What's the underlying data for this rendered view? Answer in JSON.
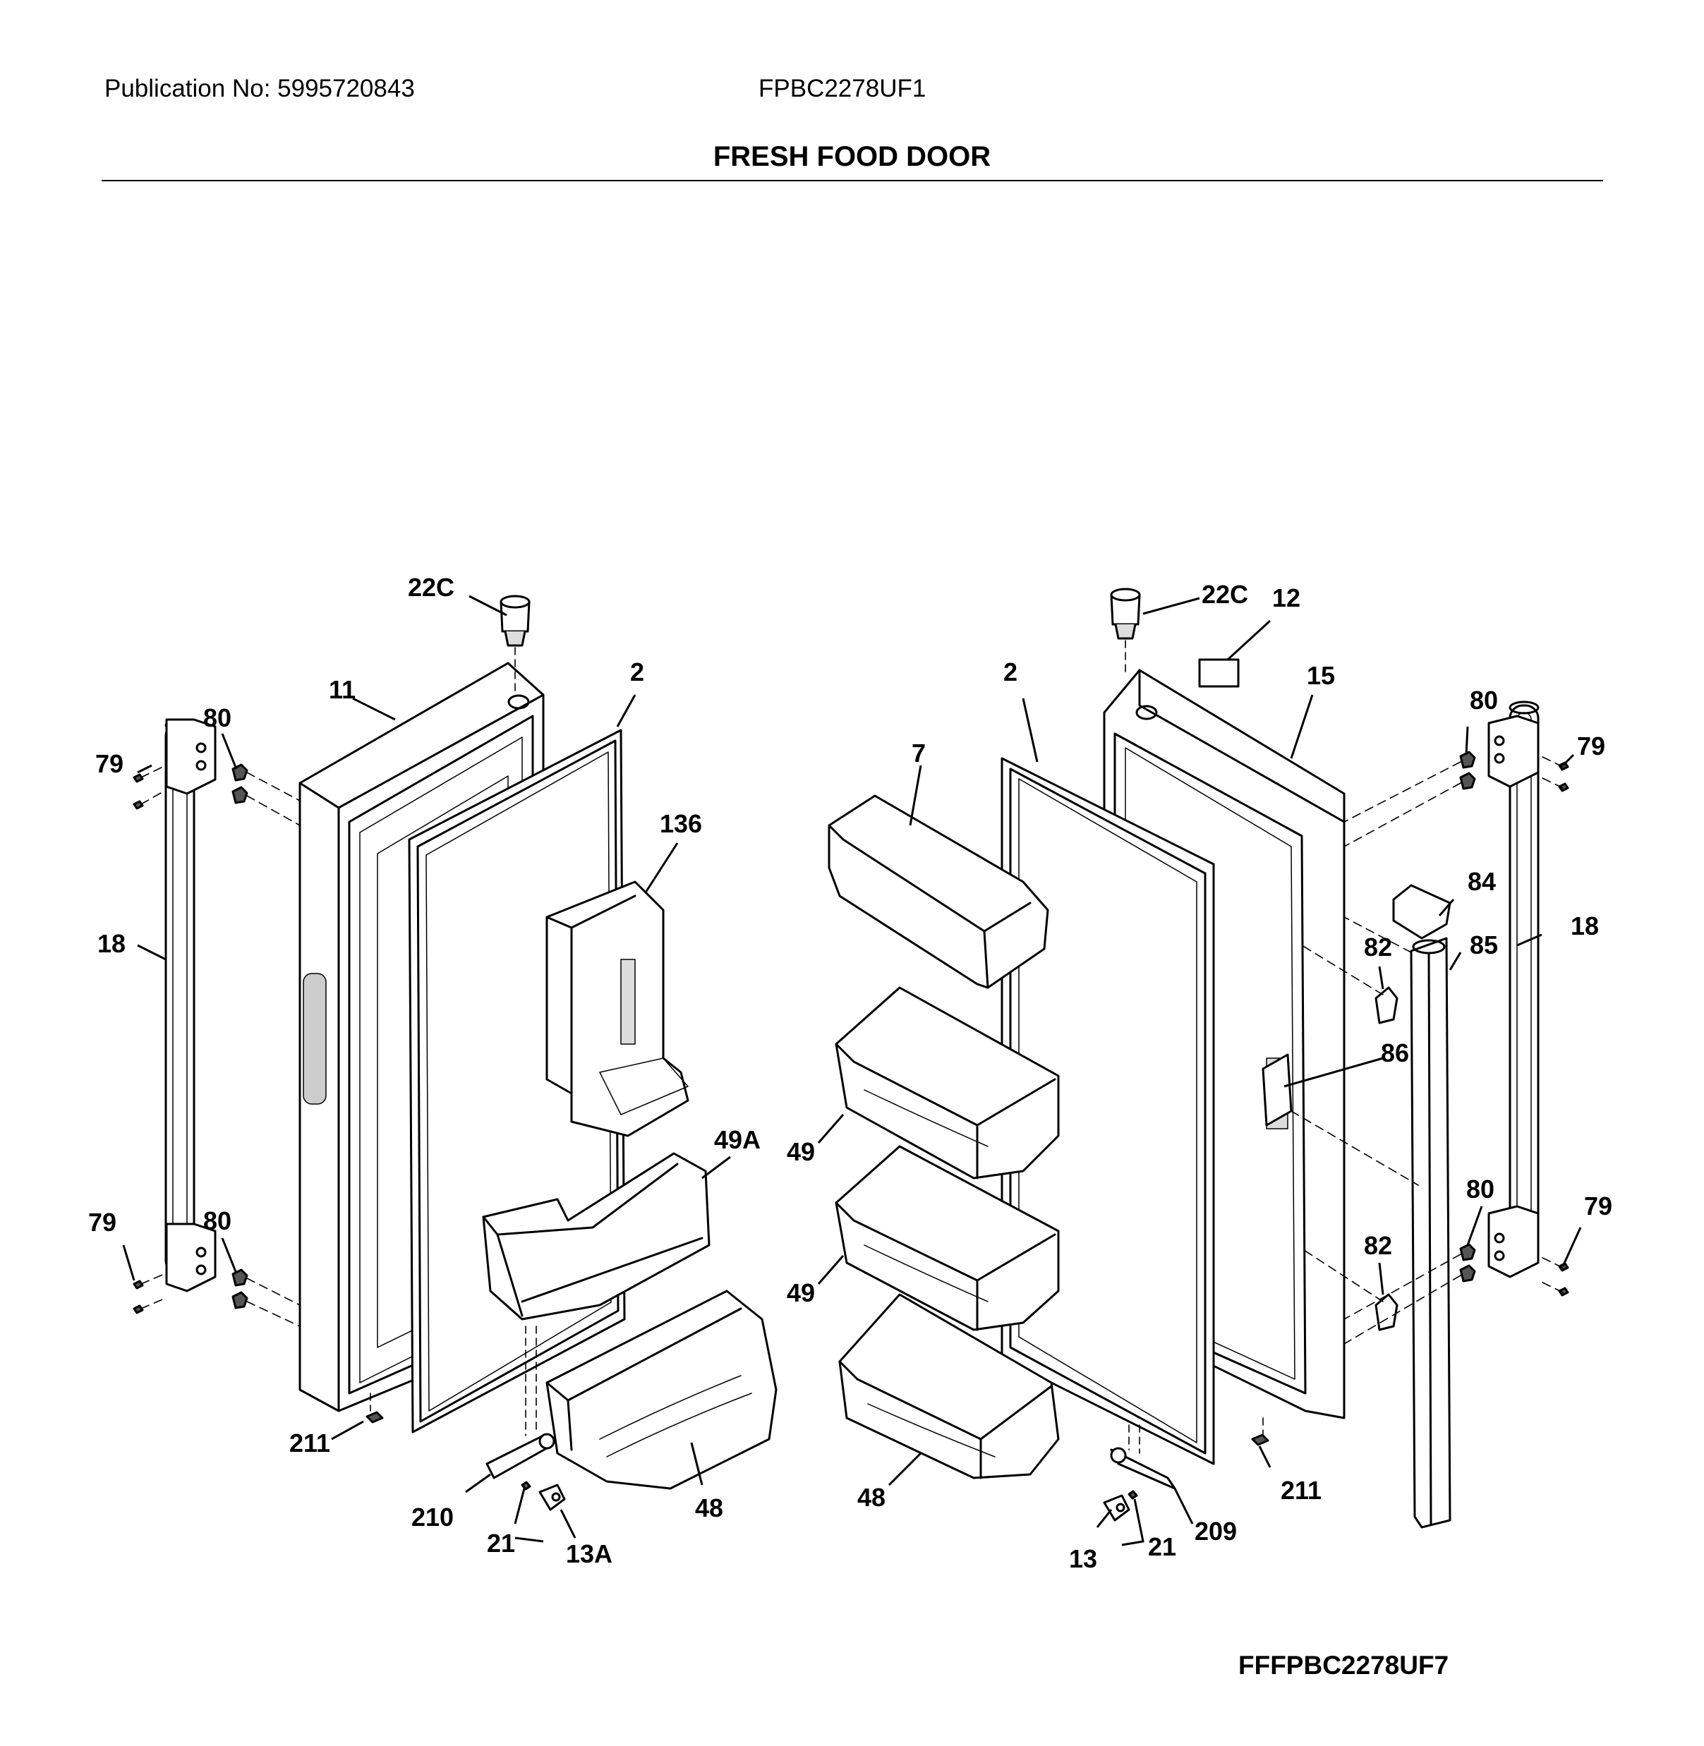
{
  "header": {
    "publication": "Publication No: 5995720843",
    "model": "FPBC2278UF1",
    "section_title": "FRESH FOOD DOOR"
  },
  "footer": {
    "diagram_code": "FFFPBC2278UF7"
  },
  "labels": {
    "l22c": "22C",
    "r22c": "22C",
    "r12": "12",
    "l11": "11",
    "l2": "2",
    "r2": "2",
    "r15": "15",
    "l80t": "80",
    "r80t": "80",
    "l79t": "79",
    "r79t": "79",
    "l136": "136",
    "r7": "7",
    "r84": "84",
    "l18": "18",
    "r18": "18",
    "r82t": "82",
    "r85": "85",
    "r86": "86",
    "l49a": "49A",
    "r49t": "49",
    "r49b": "49",
    "l79b": "79",
    "l80b": "80",
    "r80b": "80",
    "r79b": "79",
    "r82b": "82",
    "l211": "211",
    "r211": "211",
    "l210": "210",
    "l48": "48",
    "r48": "48",
    "l21": "21",
    "l13a": "13A",
    "r13": "13",
    "r21": "21",
    "r209": "209"
  }
}
